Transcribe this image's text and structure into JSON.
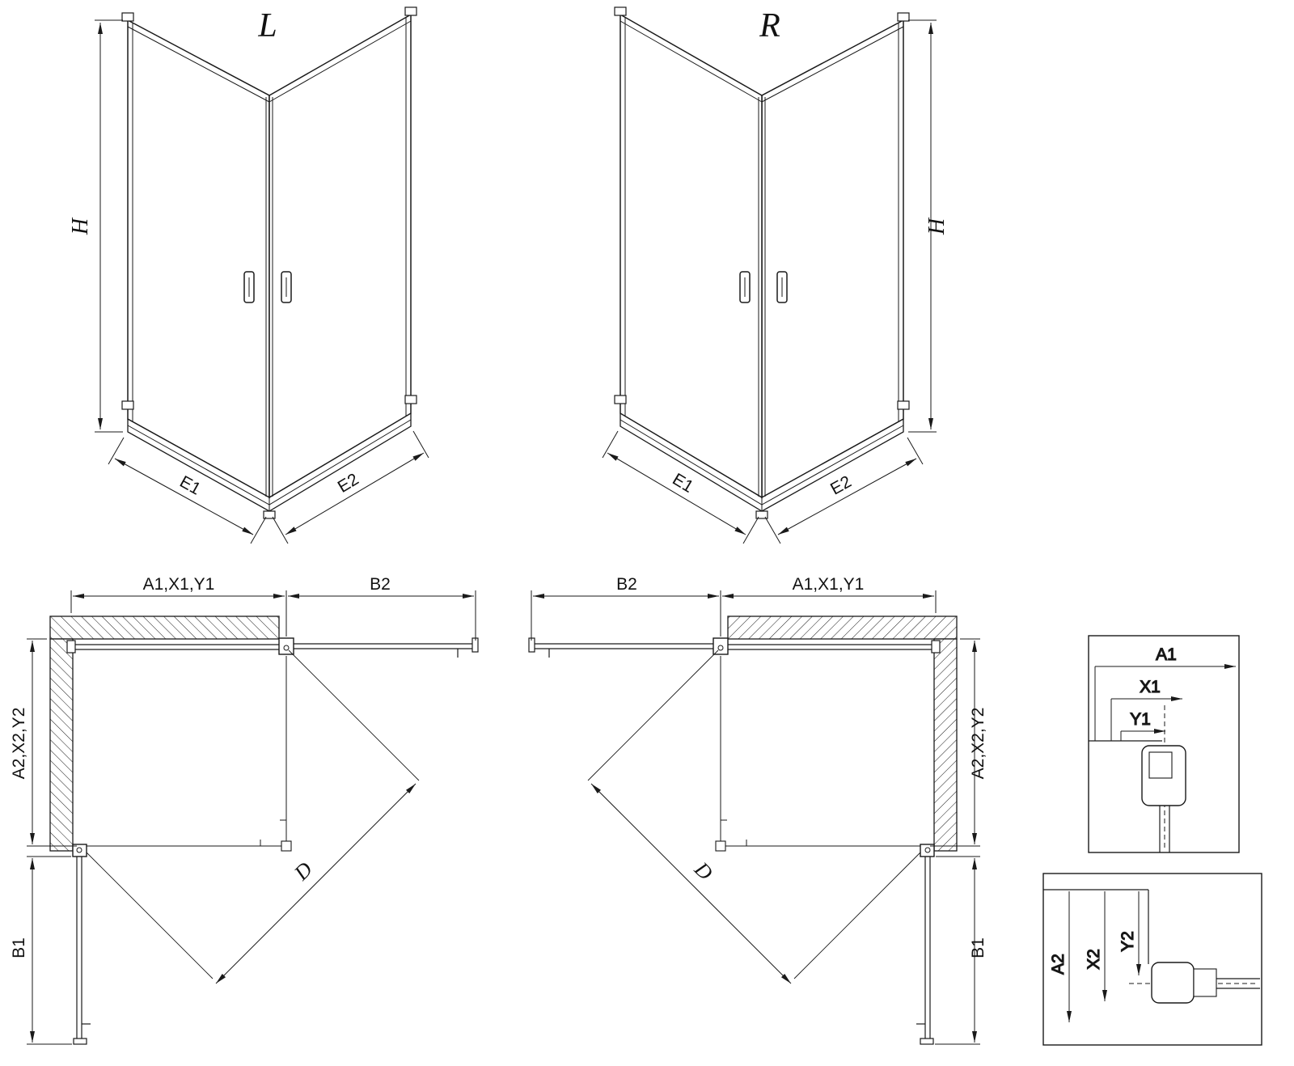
{
  "page": {
    "background": "#ffffff",
    "line_color": "#1a1a1a",
    "text_color": "#111111"
  },
  "perspective_views": {
    "left": {
      "title": "L",
      "height_label": "H",
      "bottom_left_label": "E1",
      "bottom_right_label": "E2"
    },
    "right": {
      "title": "R",
      "height_label": "H",
      "bottom_left_label": "E2",
      "bottom_right_label": "E1"
    }
  },
  "plan_views": {
    "left": {
      "top_span_label": "A1,X1,Y1",
      "door_span_label": "B2",
      "side_span_label": "A2,X2,Y2",
      "side_door_label": "B1",
      "diagonal_label": "D"
    },
    "right": {
      "top_span_label": "A1,X1,Y1",
      "door_span_label": "B2",
      "side_span_label": "A2,X2,Y2",
      "side_door_label": "B1",
      "diagonal_label": "D"
    }
  },
  "detail_views": {
    "top": {
      "labels": [
        "A1",
        "X1",
        "Y1"
      ]
    },
    "bottom": {
      "labels": [
        "A2",
        "X2",
        "Y2"
      ]
    }
  }
}
